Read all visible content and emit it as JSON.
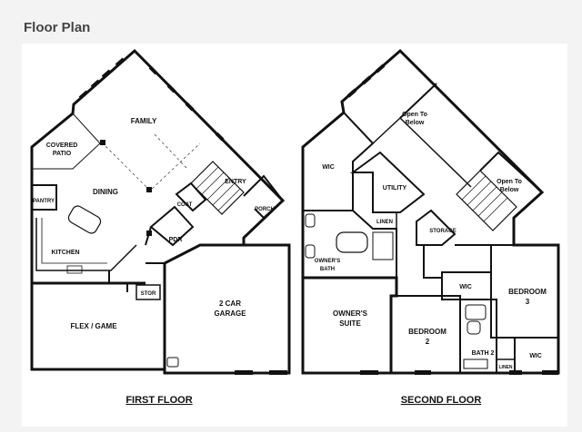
{
  "header": {
    "title": "Floor Plan"
  },
  "first_floor": {
    "caption": "FIRST FLOOR",
    "rooms": {
      "family": "FAMILY",
      "covered_patio_1": "COVERED",
      "covered_patio_2": "PATIO",
      "dining": "DINING",
      "pantry": "PANTRY",
      "kitchen": "KITCHEN",
      "coat": "COAT",
      "entry": "ENTRY",
      "porch": "PORCH",
      "pdr": "PDR",
      "stor": "STOR",
      "garage_1": "2 CAR",
      "garage_2": "GARAGE",
      "flex": "FLEX / GAME"
    }
  },
  "second_floor": {
    "caption": "SECOND FLOOR",
    "rooms": {
      "open_to_below_a_1": "Open To",
      "open_to_below_a_2": "Below",
      "open_to_below_b_1": "Open To",
      "open_to_below_b_2": "Below",
      "wic_main": "WIC",
      "utility": "UTILITY",
      "linen_1": "LINEN",
      "storage": "STORAGE",
      "owners_bath_1": "OWNER'S",
      "owners_bath_2": "BATH",
      "owners_suite_1": "OWNER'S",
      "owners_suite_2": "SUITE",
      "wic_2": "WIC",
      "bedroom3_1": "BEDROOM",
      "bedroom3_2": "3",
      "bedroom2_1": "BEDROOM",
      "bedroom2_2": "2",
      "bath2": "BATH 2",
      "wic_3": "WIC",
      "linen_2": "LINEN"
    }
  }
}
